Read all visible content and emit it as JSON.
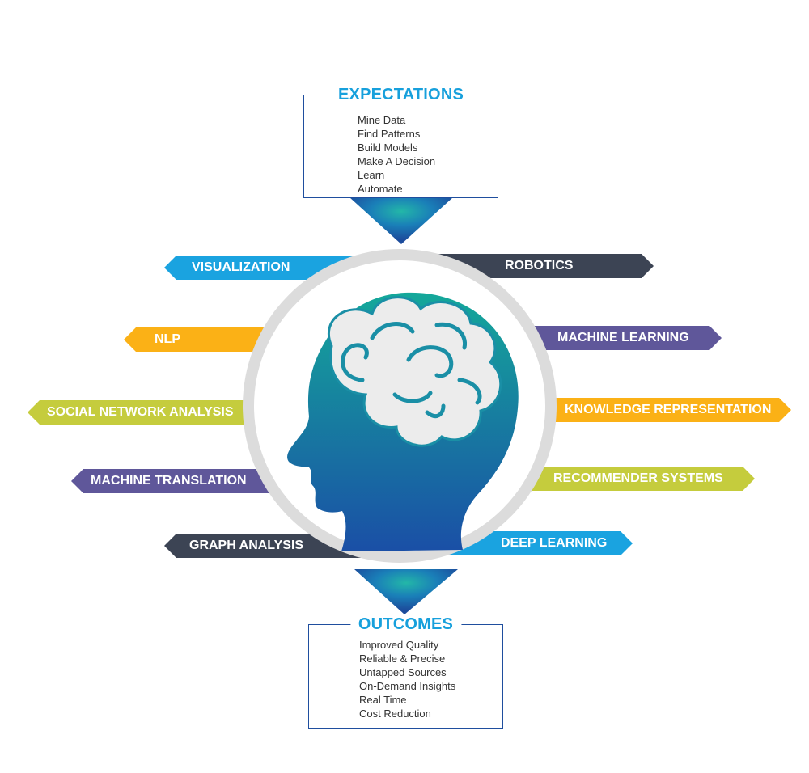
{
  "expectations": {
    "title": "EXPECTATIONS",
    "items": [
      "Mine Data",
      "Find Patterns",
      "Build Models",
      "Make A Decision",
      "Learn",
      "Automate"
    ]
  },
  "outcomes": {
    "title": "OUTCOMES",
    "items": [
      "Improved Quality",
      "Reliable & Precise",
      "Untapped Sources",
      "On-Demand Insights",
      "Real Time",
      "Cost Reduction"
    ]
  },
  "left_banners": [
    {
      "label": "VISUALIZATION",
      "color": "#1aa3e0"
    },
    {
      "label": "NLP",
      "color": "#fbb116"
    },
    {
      "label": "SOCIAL NETWORK ANALYSIS",
      "color": "#c5cc3d"
    },
    {
      "label": "MACHINE TRANSLATION",
      "color": "#5f579a"
    },
    {
      "label": "GRAPH ANALYSIS",
      "color": "#3c4454"
    }
  ],
  "right_banners": [
    {
      "label": "ROBOTICS",
      "color": "#3c4454"
    },
    {
      "label": "MACHINE LEARNING",
      "color": "#5f579a"
    },
    {
      "label": "KNOWLEDGE REPRESENTATION",
      "color": "#fbb116"
    },
    {
      "label": "RECOMMENDER SYSTEMS",
      "color": "#c5cc3d"
    },
    {
      "label": "DEEP LEARNING",
      "color": "#1aa3e0"
    }
  ],
  "colors": {
    "head_top": "#14a89a",
    "head_bottom": "#1a4fa6",
    "ring": "#dcdcdc",
    "box_border": "#1f4e9e",
    "title": "#17a0dc"
  },
  "icons": {
    "center": "head-with-brain-icon",
    "arrow_in": "down-arrow-icon",
    "arrow_out": "down-arrow-icon"
  }
}
